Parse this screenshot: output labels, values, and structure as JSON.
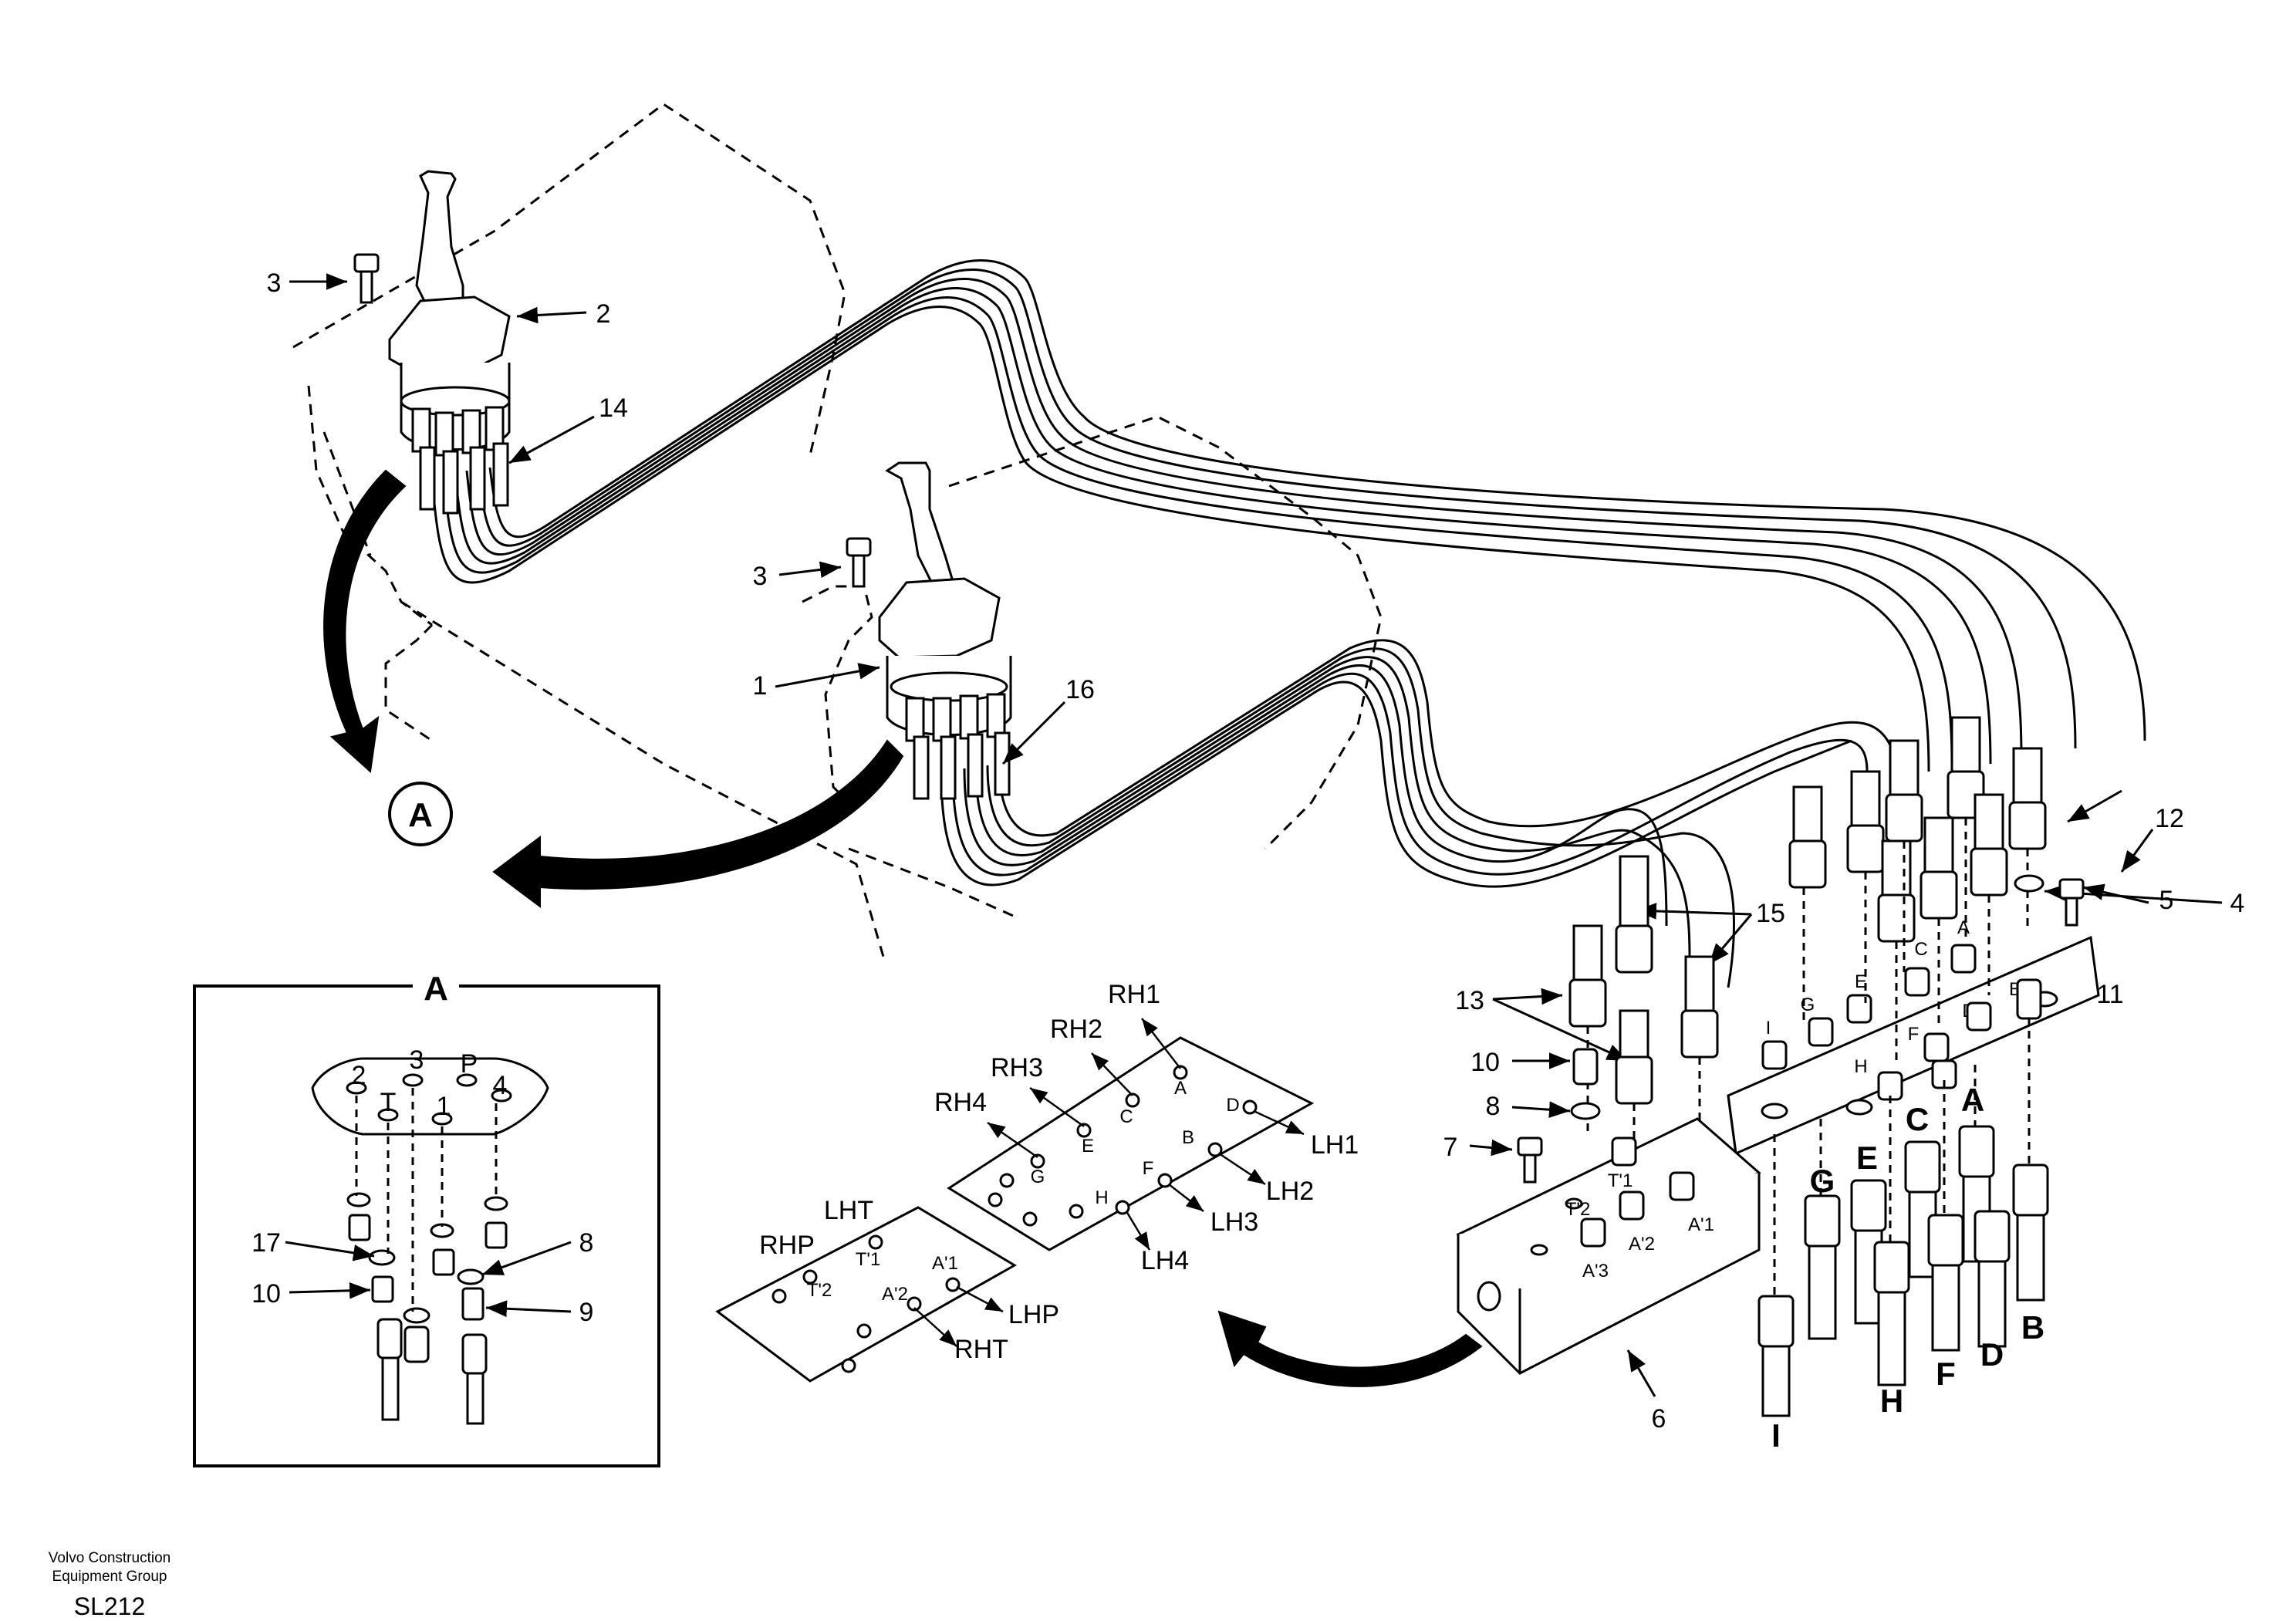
{
  "callouts": {
    "n1": "1",
    "n2": "2",
    "n3a": "3",
    "n3b": "3",
    "n4": "4",
    "n5": "5",
    "n6": "6",
    "n7": "7",
    "n8": "8",
    "n10": "10",
    "n11": "11",
    "n12": "12",
    "n13": "13",
    "n14": "14",
    "n15": "15",
    "n16": "16",
    "A": "A"
  },
  "detail_a": {
    "title": "A",
    "pins": {
      "p2": "2",
      "p3": "3",
      "pP": "P",
      "p4": "4",
      "pT": "T",
      "p1": "1"
    },
    "callouts": {
      "n17": "17",
      "n10": "10",
      "n8": "8",
      "n9": "9"
    }
  },
  "ports_right": {
    "A": "A",
    "B": "B",
    "C": "C",
    "D": "D",
    "E": "E",
    "F": "F",
    "G": "G",
    "H": "H",
    "I": "I"
  },
  "ports_left": {
    "A": "A",
    "B": "B",
    "C": "C",
    "D": "D",
    "E": "E",
    "F": "F",
    "G": "G",
    "H": "H"
  },
  "block_ports": {
    "T1": "T'1",
    "T2": "T'2",
    "A1": "A'1",
    "A2": "A'2",
    "A3": "A'3"
  },
  "plate_right": {
    "RH1": "RH1",
    "RH2": "RH2",
    "RH3": "RH3",
    "RH4": "RH4",
    "LH1": "LH1",
    "LH2": "LH2",
    "LH3": "LH3",
    "LH4": "LH4",
    "A": "A",
    "B": "B",
    "C": "C",
    "D": "D",
    "E": "E",
    "F": "F",
    "G": "G",
    "H": "H"
  },
  "plate_left": {
    "LHT": "LHT",
    "RHP": "RHP",
    "LHP": "LHP",
    "RHT": "RHT",
    "T1": "T'1",
    "T2": "T'2",
    "A1": "A'1",
    "A2": "A'2"
  },
  "footer": {
    "company_line1": "Volvo Construction",
    "company_line2": "Equipment Group",
    "code": "SL212"
  }
}
